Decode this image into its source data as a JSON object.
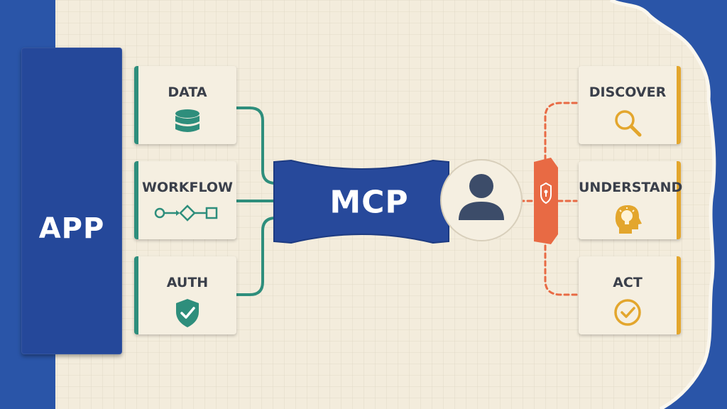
{
  "app": {
    "label": "APP"
  },
  "hub": {
    "label": "MCP"
  },
  "left_nodes": [
    {
      "label": "DATA",
      "icon": "database-icon"
    },
    {
      "label": "WORKFLOW",
      "icon": "workflow-icon"
    },
    {
      "label": "AUTH",
      "icon": "shield-check-icon"
    }
  ],
  "right_nodes": [
    {
      "label": "DISCOVER",
      "icon": "magnifier-icon"
    },
    {
      "label": "UNDERSTAND",
      "icon": "lightbulb-head-icon"
    },
    {
      "label": "ACT",
      "icon": "check-circle-icon"
    }
  ],
  "center": {
    "user_icon": "user-avatar-icon",
    "gate_icon": "shield-lock-icon"
  },
  "colors": {
    "blue": "#25489a",
    "teal": "#2e8e7c",
    "orange": "#e86a44",
    "gold": "#e3a62d",
    "paper": "#f3ecdc",
    "text": "#3a3f4a"
  }
}
